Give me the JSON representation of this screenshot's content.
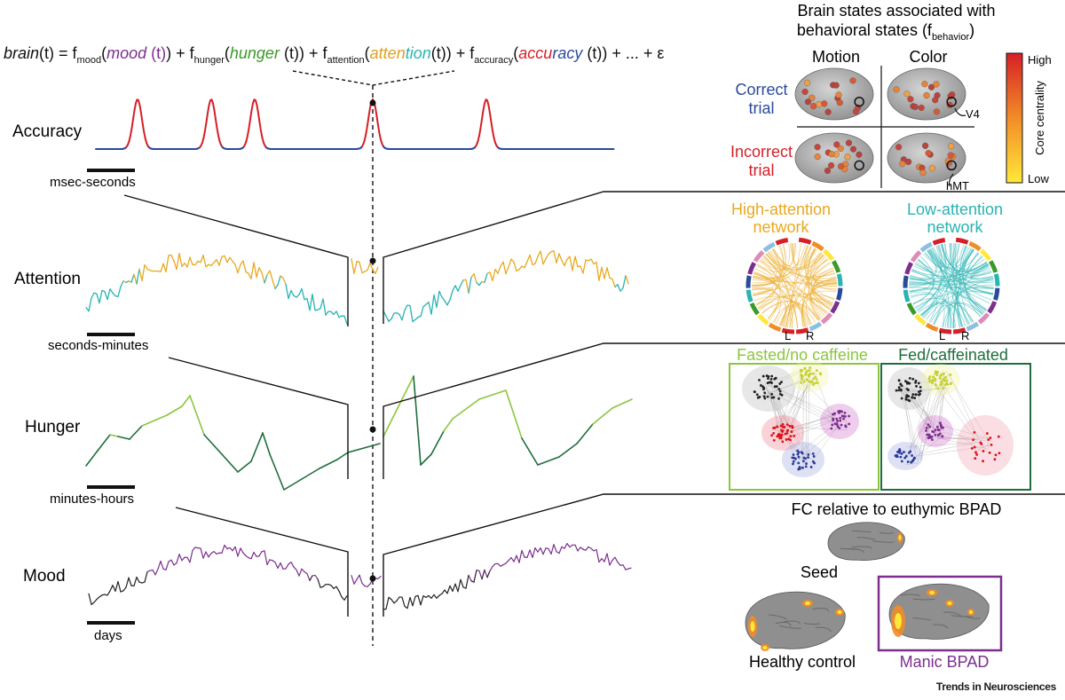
{
  "equation": {
    "lhs_fn": "brain",
    "lhs_arg": "(t) = f",
    "sub_mood": "mood",
    "arg_mood": "mood",
    "t_mood": " (t)",
    "plus_hunger": ") + f",
    "sub_hunger": "hunger",
    "arg_hunger": "hunger",
    "t_hunger": " (t)",
    "plus_attention": ") + f",
    "sub_attention": "attention",
    "arg_attention_a": "atten",
    "arg_attention_b": "tion",
    "t_attention": "(t)",
    "plus_accuracy": ") + f",
    "sub_accuracy": "accuracy",
    "arg_accuracy_a": "accu",
    "arg_accuracy_b": "racy",
    "t_accuracy": " (t)",
    "tail": ") + ... + ε",
    "open_paren": "(",
    "t_italic": "t"
  },
  "rows": {
    "accuracy": {
      "label": "Accuracy",
      "scale": "msec-seconds"
    },
    "attention": {
      "label": "Attention",
      "scale": "seconds-minutes"
    },
    "hunger": {
      "label": "Hunger",
      "scale": "minutes-hours"
    },
    "mood": {
      "label": "Mood",
      "scale": "days"
    }
  },
  "panel_behavior": {
    "title_line1": "Brain states associated with",
    "title_line2": "behavioral states (f",
    "title_sub": "behavior",
    "title_close": ")",
    "col_motion": "Motion",
    "col_color": "Color",
    "row_correct_1": "Correct",
    "row_correct_2": "trial",
    "row_incorrect_1": "Incorrect",
    "row_incorrect_2": "trial",
    "v4": "V4",
    "hmt": "hMT",
    "colorbar_high": "High",
    "colorbar_low": "Low",
    "colorbar_label": "Core centrality"
  },
  "panel_attention": {
    "high_1": "High-attention",
    "high_2": "network",
    "low_1": "Low-attention",
    "low_2": "network",
    "left": "L",
    "right": "R"
  },
  "panel_hunger": {
    "fasted": "Fasted/no caffeine",
    "fed": "Fed/caffeinated"
  },
  "panel_mood": {
    "title": "FC relative to euthymic BPAD",
    "seed": "Seed",
    "healthy": "Healthy control",
    "manic": "Manic BPAD"
  },
  "footer": {
    "journal": "Trends in Neurosciences"
  },
  "colors": {
    "mood": "#7b2f8e",
    "hunger": "#3a9a2a",
    "attention_high": "#e9a820",
    "attention_low": "#2ab3b3",
    "accuracy_high": "#d62027",
    "accuracy_low": "#2a4a9a",
    "fed_green": "#1e6e3c",
    "fasted_green": "#8cc63f",
    "correct_blue": "#2a4a9a",
    "incorrect_red": "#d62027",
    "manic_purple": "#7b2f8e"
  },
  "icons": [
    "brain-surface-icon",
    "chord-network-icon",
    "network-graph-icon",
    "cortex-map-icon"
  ]
}
